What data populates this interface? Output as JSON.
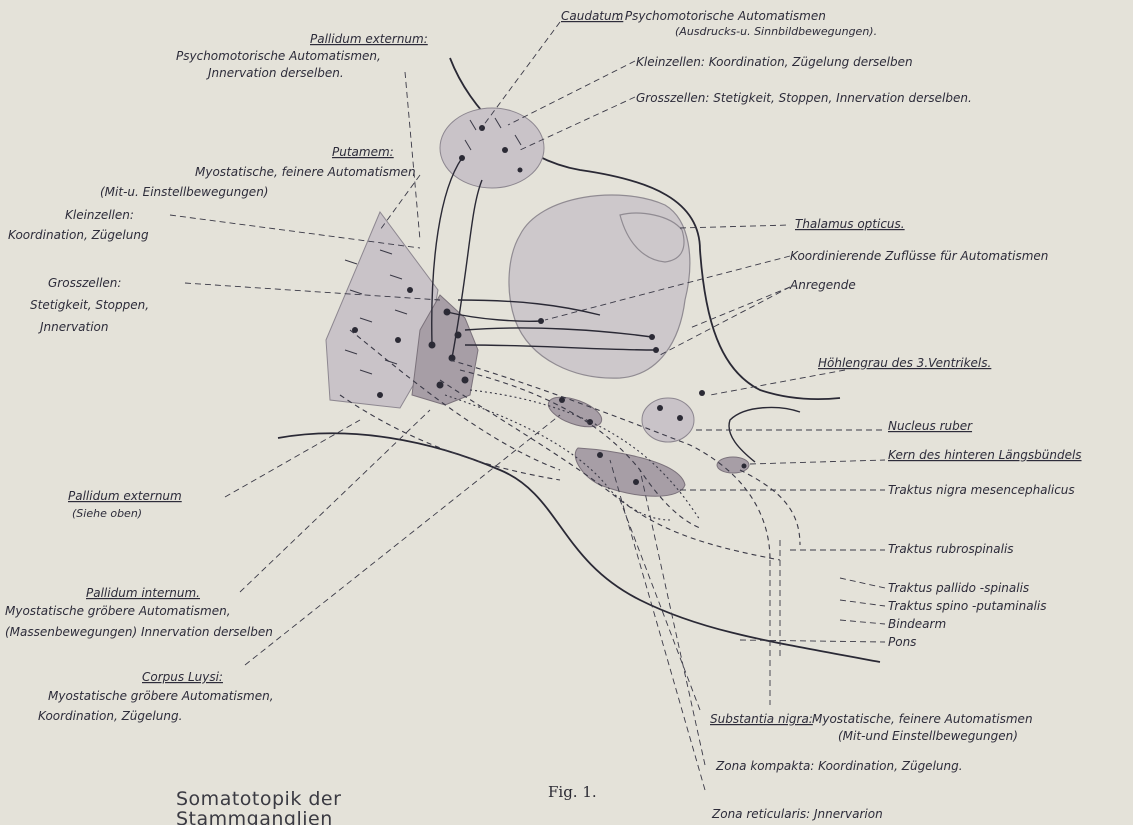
{
  "labels": {
    "caudatum_title": "Caudatum",
    "caudatum_desc1": ": Psychomotorische Automatismen",
    "caudatum_desc2": "(Ausdrucks-u. Sinnbildbewegungen).",
    "caud_klein": "Kleinzellen: Koordination, Zügelung derselben",
    "caud_gross": "Grosszellen: Stetigkeit, Stoppen, Innervation derselben.",
    "pallidum_ext_title": "Pallidum externum:",
    "pallidum_ext_desc1": "Psychomotorische Automatismen,",
    "pallidum_ext_desc2": "Jnnervation derselben.",
    "putamen_title": "Putamem:",
    "putamen_desc1": "Myostatische, feinere Automatismen",
    "putamen_desc2": "(Mit-u. Einstellbewegungen)",
    "put_klein1": "Kleinzellen:",
    "put_klein2": "Koordination, Zügelung",
    "put_gross1": "Grosszellen:",
    "put_gross2": "Stetigkeit, Stoppen,",
    "put_gross3": "Jnnervation",
    "thalamus": "Thalamus opticus.",
    "koord_zufl": "Koordinierende Zuflüsse für Automatismen",
    "anregende": "Anregende",
    "hoehlengrau": "Höhlengrau des 3.Ventrikels.",
    "nucleus_ruber": "Nucleus ruber",
    "kern_hint": "Kern des hinteren Längsbündels",
    "traktus_nigra": "Traktus nigra mesencephalicus",
    "traktus_rubro": "Traktus rubrospinalis",
    "traktus_pallido": "Traktus pallido -spinalis",
    "traktus_spino": "Traktus spino -putaminalis",
    "bindearm": "Bindearm",
    "pons": "Pons",
    "pallidum_ext2_title": "Pallidum externum",
    "pallidum_ext2_desc": "(Siehe oben)",
    "pallidum_int_title": "Pallidum internum.",
    "pallidum_int_desc1": "Myostatische gröbere Automatismen,",
    "pallidum_int_desc2": "(Massenbewegungen) Innervation derselben",
    "corpus_title": "Corpus Luysi:",
    "corpus_desc1": "Myostatische gröbere Automatismen,",
    "corpus_desc2": "Koordination, Zügelung.",
    "substantia_title": "Substantia nigra:",
    "substantia_desc1": "Myostatische, feinere Automatismen",
    "substantia_desc2": "(Mit-und Einstellbewegungen)",
    "zona_kompakta": "Zona kompakta: Koordination, Zügelung.",
    "zona_retic": "Zona reticularis: Jnnervarion"
  },
  "caption": {
    "line1": "Somatotopik der",
    "line2": "Stammganglien",
    "fig": "Fig. 1."
  }
}
